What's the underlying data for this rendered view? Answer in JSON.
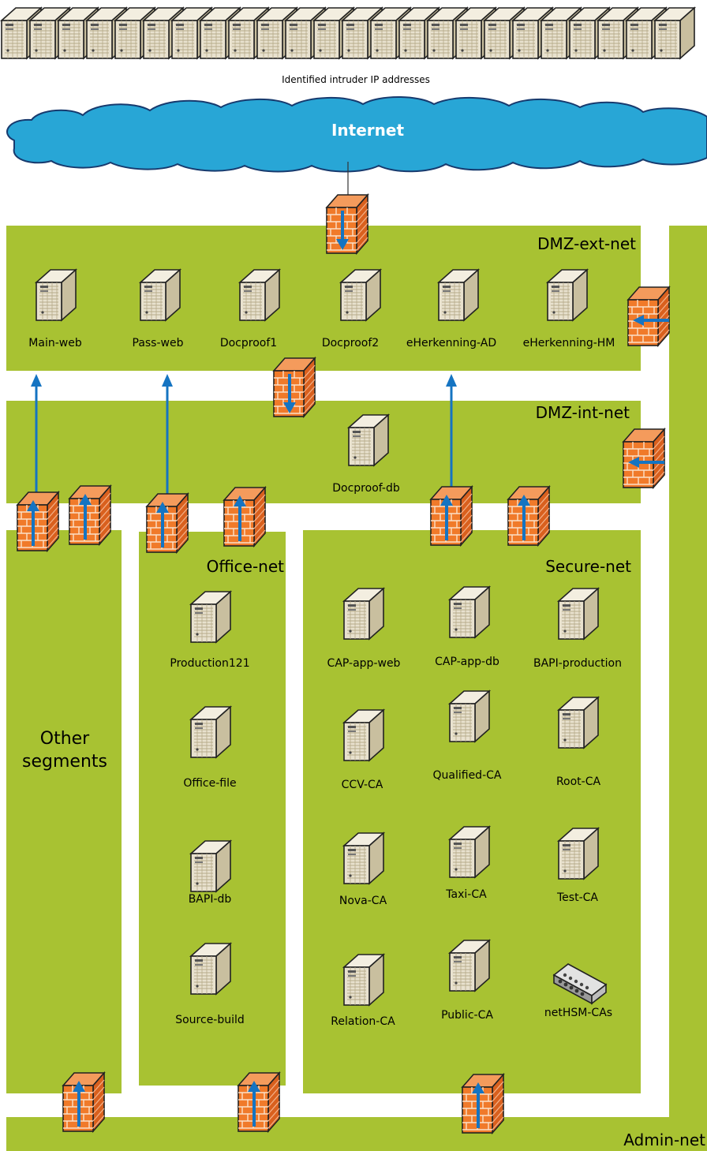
{
  "intruder_caption": "Identified intruder IP addresses",
  "cloud_label": "Internet",
  "colors": {
    "zone": "#a8c232",
    "cloud": "#28a6d6",
    "cloud_border": "#173a6e",
    "firewall": "#f07a2a",
    "firewall_border": "#8a3a12",
    "arrow": "#1574c2",
    "server_body": "#e8e1ce",
    "server_side": "#c9bf9f"
  },
  "zones": {
    "dmz_ext": "DMZ-ext-net",
    "dmz_int": "DMZ-int-net",
    "office": "Office-net",
    "secure": "Secure-net",
    "other_line1": "Other",
    "other_line2": "segments",
    "admin": "Admin-net"
  },
  "servers": {
    "main_web": "Main-web",
    "pass_web": "Pass-web",
    "docproof1": "Docproof1",
    "docproof2": "Docproof2",
    "eherk_ad": "eHerkenning-AD",
    "eherk_hm": "eHerkenning-HM",
    "docproof_db": "Docproof-db",
    "production121": "Production121",
    "office_file": "Office-file",
    "bapi_db": "BAPI-db",
    "source_build": "Source-build",
    "cap_app_web": "CAP-app-web",
    "cap_app_db": "CAP-app-db",
    "bapi_production": "BAPI-production",
    "ccv_ca": "CCV-CA",
    "qualified_ca": "Qualified-CA",
    "root_ca": "Root-CA",
    "nova_ca": "Nova-CA",
    "taxi_ca": "Taxi-CA",
    "test_ca": "Test-CA",
    "relation_ca": "Relation-CA",
    "public_ca": "Public-CA",
    "nethsm": "netHSM-CAs"
  },
  "icons": {
    "server": "server-tower-icon",
    "firewall": "brick-firewall-icon",
    "hsm": "network-appliance-icon",
    "cloud": "cloud-icon"
  }
}
